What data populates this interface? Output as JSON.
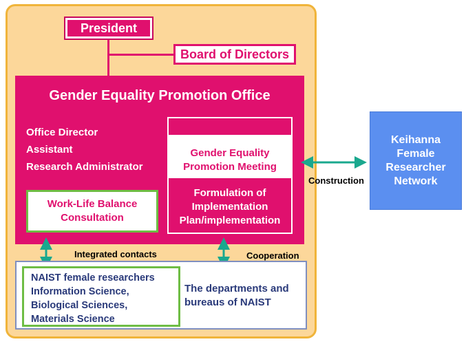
{
  "president": "President",
  "board": "Board of Directors",
  "office": {
    "title": "Gender Equality Promotion Office",
    "staff": [
      "Office Director",
      "Assistant",
      "Research Administrator"
    ]
  },
  "meeting": [
    "Gender Equality",
    "Promotion Meeting"
  ],
  "formulation": [
    "Formulation of",
    "Implementation",
    "Plan/implementation"
  ],
  "wlb": [
    "Work-Life Balance",
    "Consultation"
  ],
  "labels": {
    "integrated": "Integrated contacts",
    "cooperation": "Cooperation",
    "construction": "Construction"
  },
  "naist_female": [
    "NAIST female researchers",
    "Information Science,",
    "Biological Sciences,",
    "Materials Science"
  ],
  "departments": [
    "The departments and",
    "bureaus of NAIST"
  ],
  "keihanna": [
    "Keihanna",
    "Female",
    "Researcher",
    "Network"
  ],
  "colors": {
    "magenta": "#e0106e",
    "green": "#6ebd44",
    "teal_arrow": "#1aa88e",
    "blue": "#5b8ff0",
    "peach": "#fcd79a"
  }
}
